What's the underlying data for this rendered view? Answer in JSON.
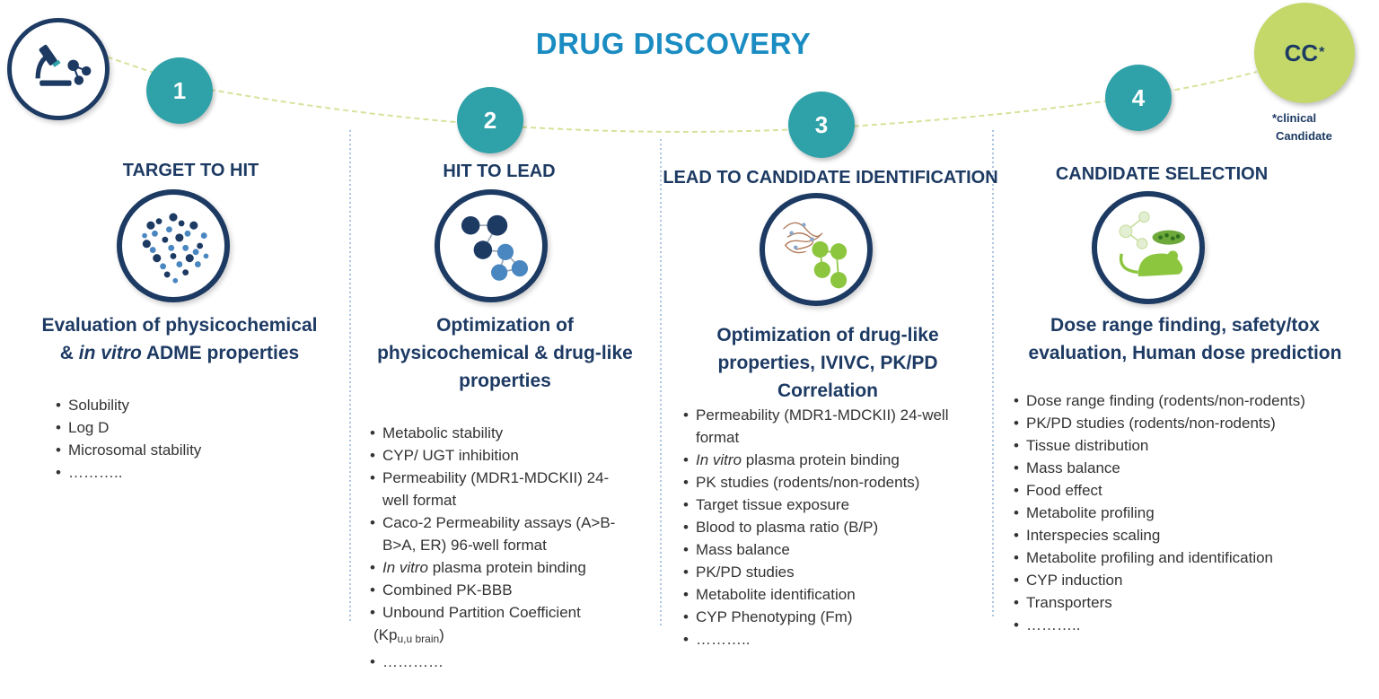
{
  "title": "DRUG DISCOVERY",
  "clinical_candidate": {
    "label": "CC",
    "mark": "*",
    "note_line1": "*clinical",
    "note_line2": "Candidate"
  },
  "icons": {
    "start": "microscope-molecule-icon",
    "stage1": "molecule-cluster-icon",
    "stage2": "molecule-network-icon",
    "stage3": "protein-molecule-icon",
    "stage4": "mouse-molecule-icon"
  },
  "colors": {
    "title": "#1a8cc2",
    "navy": "#1d3a63",
    "teal": "#2fa2a9",
    "lime": "#c3d869",
    "green": "#8cc63f"
  },
  "stages": [
    {
      "number": "1",
      "title": "TARGET TO HIT",
      "sub_line1": "Evaluation of physicochemical",
      "sub_line2_pre": "& ",
      "sub_line2_em": "in vitro",
      "sub_line2_post": " ADME properties",
      "items": [
        "Solubility",
        "Log D",
        "Microsomal stability",
        "……….."
      ]
    },
    {
      "number": "2",
      "title": "HIT TO LEAD",
      "sub_line1": "Optimization of",
      "sub_line2": "physicochemical & drug-like",
      "sub_line3": "properties",
      "items": [
        "Metabolic stability",
        "CYP/ UGT inhibition",
        "Permeability (MDR1-MDCKII) 24-",
        "well format",
        "Caco-2 Permeability assays (A>B-",
        "B>A, ER) 96-well format",
        "plasma protein binding",
        "Combined PK-BBB",
        "Unbound Partition Coefficient",
        "(Kp",
        "…………"
      ],
      "in_vitro": "In vitro",
      "kp_sub": "u,u brain",
      "kp_close": ")"
    },
    {
      "number": "3",
      "title": "LEAD TO CANDIDATE IDENTIFICATION",
      "sub_line1": "Optimization of drug-like",
      "sub_line2": "properties, IVIVC, PK/PD",
      "sub_line3": "Correlation",
      "items": [
        "Permeability (MDR1-MDCKII) 24-well",
        "format",
        "plasma protein binding",
        "PK studies (rodents/non-rodents)",
        "Target tissue exposure",
        "Blood to plasma ratio (B/P)",
        "Mass balance",
        "PK/PD studies",
        "Metabolite identification",
        "CYP Phenotyping (Fm)",
        "……….."
      ],
      "in_vitro": "In vitro"
    },
    {
      "number": "4",
      "title": "CANDIDATE SELECTION",
      "sub_line1": "Dose range finding, safety/tox",
      "sub_line2": "evaluation, Human dose prediction",
      "items": [
        "Dose range finding (rodents/non-rodents)",
        "PK/PD studies (rodents/non-rodents)",
        "Tissue distribution",
        "Mass balance",
        "Food effect",
        "Metabolite profiling",
        "Interspecies scaling",
        "Metabolite profiling and identification",
        "CYP induction",
        "Transporters",
        "……….."
      ]
    }
  ]
}
